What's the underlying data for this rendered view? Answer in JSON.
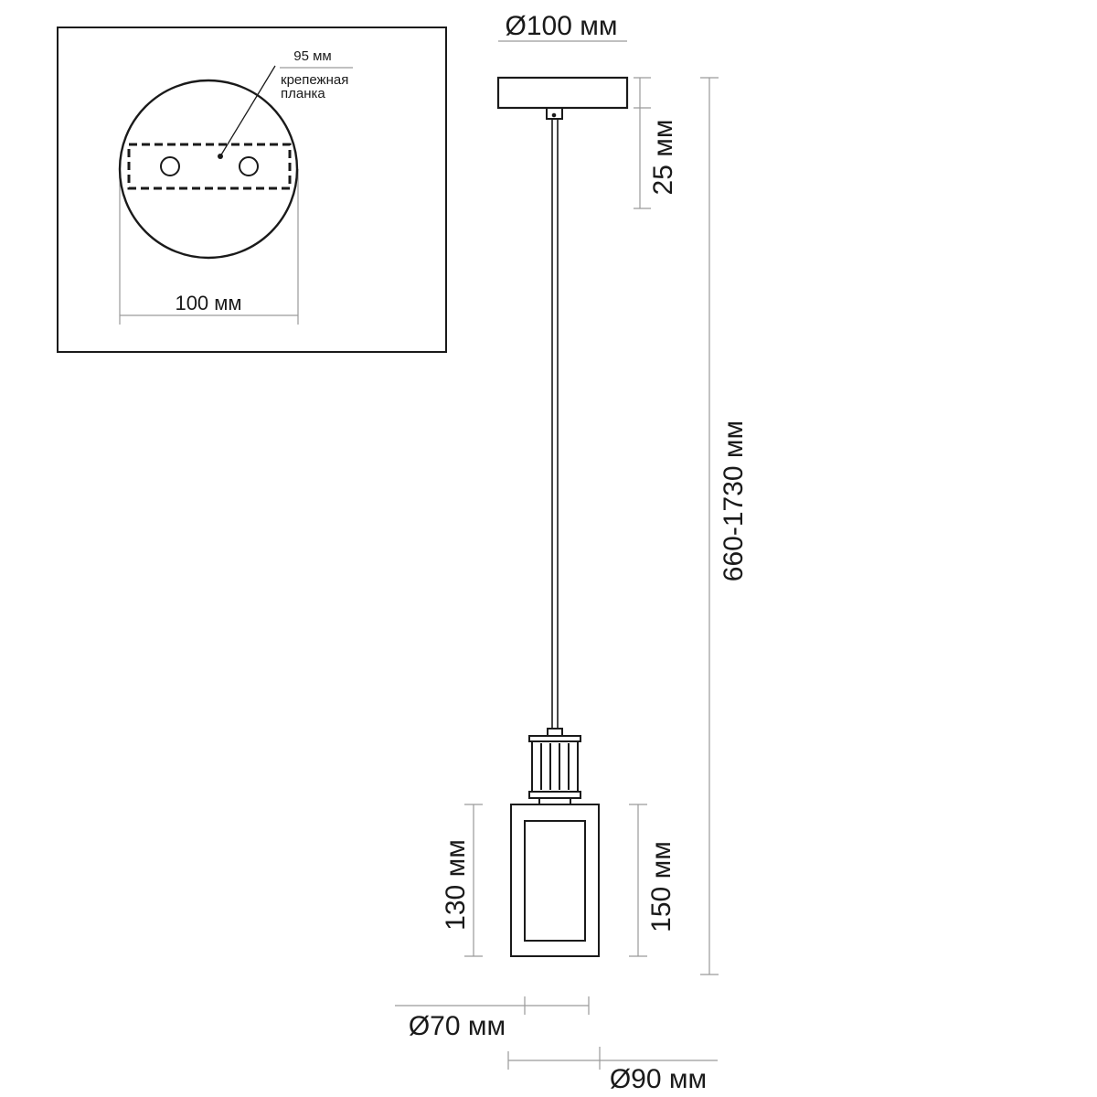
{
  "inset": {
    "mount_width_label": "95 мм",
    "mount_name_line1": "крепежная",
    "mount_name_line2": "планка",
    "canopy_width_label": "100 мм"
  },
  "elevation": {
    "canopy_diameter_label": "Ø100 мм",
    "canopy_height_label": "25 мм",
    "total_height_label": "660-1730 мм",
    "inner_shade_height_label": "130 мм",
    "outer_shade_height_label": "150 мм",
    "inner_diameter_label": "Ø70 мм",
    "outer_diameter_label": "Ø90 мм"
  }
}
